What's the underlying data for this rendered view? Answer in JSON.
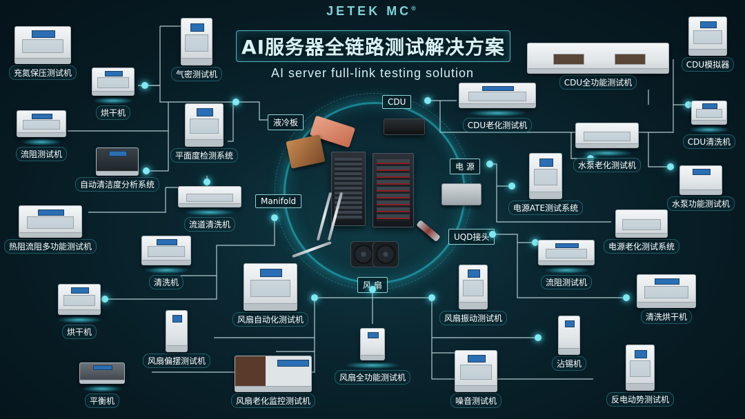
{
  "header": {
    "brand": "JETEK MC",
    "brand_mark": "®",
    "title": "AI服务器全链路测试解决方案",
    "subtitle": "AI server full-link testing solution"
  },
  "categories": [
    {
      "id": "cdu",
      "label": "CDU"
    },
    {
      "id": "coldplate",
      "label": "液冷板"
    },
    {
      "id": "power",
      "label": "电 源"
    },
    {
      "id": "manifold",
      "label": "Manifold"
    },
    {
      "id": "uqd",
      "label": "UQD接头"
    },
    {
      "id": "fan",
      "label": "风 扇"
    }
  ],
  "equipment": [
    {
      "id": "nitrogen",
      "label": "充氮保压测试机"
    },
    {
      "id": "airtight",
      "label": "气密测试机"
    },
    {
      "id": "dryer1",
      "label": "烘干机"
    },
    {
      "id": "flowres1",
      "label": "流阻测试机"
    },
    {
      "id": "flatness",
      "label": "平面度检测系统"
    },
    {
      "id": "cleanliness",
      "label": "自动清洁度分析系统"
    },
    {
      "id": "channelwash",
      "label": "流道清洗机"
    },
    {
      "id": "thermal",
      "label": "热阻流阻多功能测试机"
    },
    {
      "id": "washer",
      "label": "清洗机"
    },
    {
      "id": "dryer2",
      "label": "烘干机"
    },
    {
      "id": "fanauto",
      "label": "风扇自动化测试机"
    },
    {
      "id": "fanswing",
      "label": "风扇偏摆测试机"
    },
    {
      "id": "balance",
      "label": "平衡机"
    },
    {
      "id": "fanaging",
      "label": "风扇老化监控测试机"
    },
    {
      "id": "fanfull",
      "label": "风扇全功能测试机"
    },
    {
      "id": "fanvib",
      "label": "风扇振动测试机"
    },
    {
      "id": "noise",
      "label": "噪音测试机"
    },
    {
      "id": "solder",
      "label": "沾锡机"
    },
    {
      "id": "backemf",
      "label": "反电动势测试机"
    },
    {
      "id": "washdry",
      "label": "清洗烘干机"
    },
    {
      "id": "flowres2",
      "label": "流阻测试机"
    },
    {
      "id": "psaging",
      "label": "电源老化测试系统"
    },
    {
      "id": "psate",
      "label": "电源ATE测试系统"
    },
    {
      "id": "pumpfunc",
      "label": "水泵功能测试机"
    },
    {
      "id": "pumpaging",
      "label": "水泵老化测试机"
    },
    {
      "id": "cduwash",
      "label": "CDU清洗机"
    },
    {
      "id": "cduaging",
      "label": "CDU老化测试机"
    },
    {
      "id": "cdufull",
      "label": "CDU全功能测试机"
    },
    {
      "id": "cdusim",
      "label": "CDU模拟器"
    }
  ],
  "colors": {
    "accent": "#4fdbe8",
    "line": "#cfe9ec",
    "background": "#071a22"
  }
}
